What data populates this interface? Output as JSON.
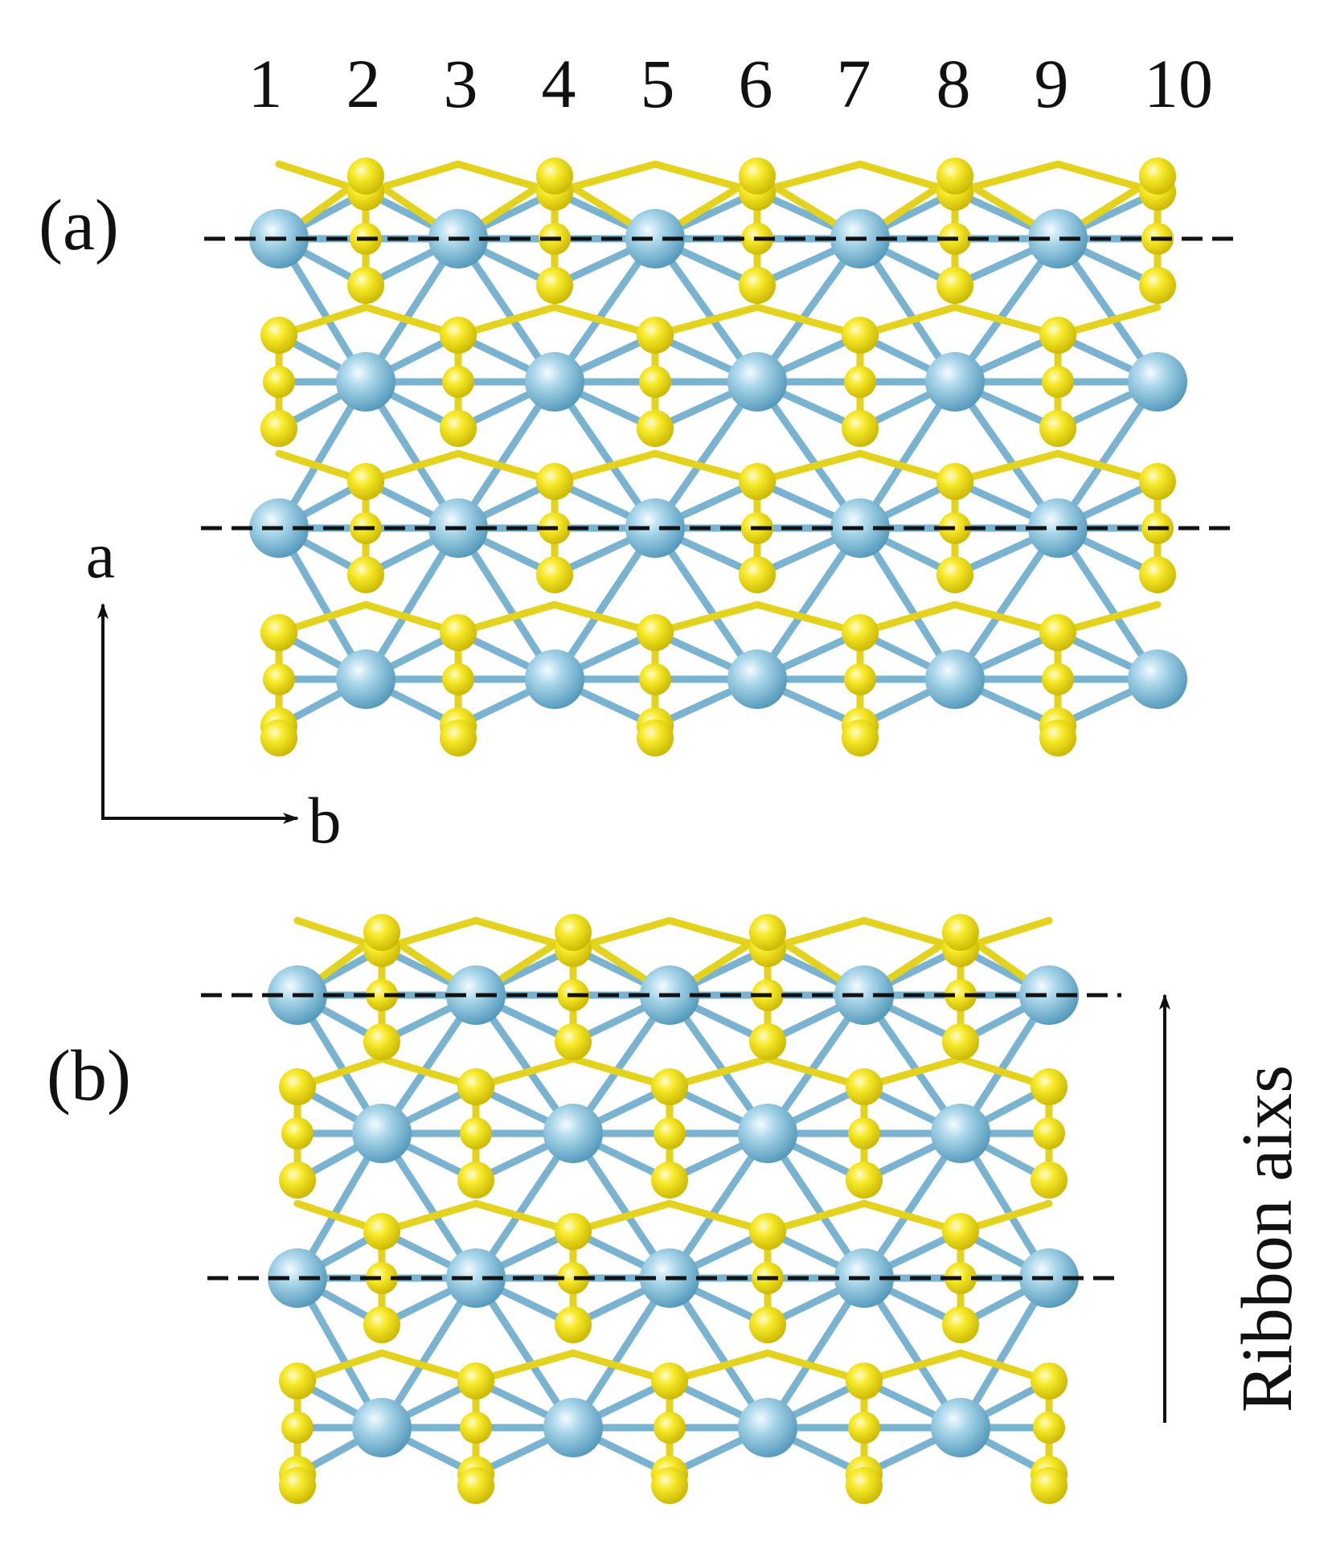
{
  "column_numbers": [
    "1",
    "2",
    "3",
    "4",
    "5",
    "6",
    "7",
    "8",
    "9",
    "10"
  ],
  "panel_a": {
    "label": "(a)"
  },
  "panel_b": {
    "label": "(b)"
  },
  "axes": {
    "a": "a",
    "b": "b"
  },
  "ribbon_axis_label": "Ribbon aixs",
  "colors": {
    "metal_atom": "#6fb6d6",
    "chalcogen_atom": "#f2e21a",
    "metal_bond": "#7ab3cf",
    "chalcogen_bond": "#e3d21e",
    "dashed_line": "#111111",
    "text": "#111111"
  }
}
